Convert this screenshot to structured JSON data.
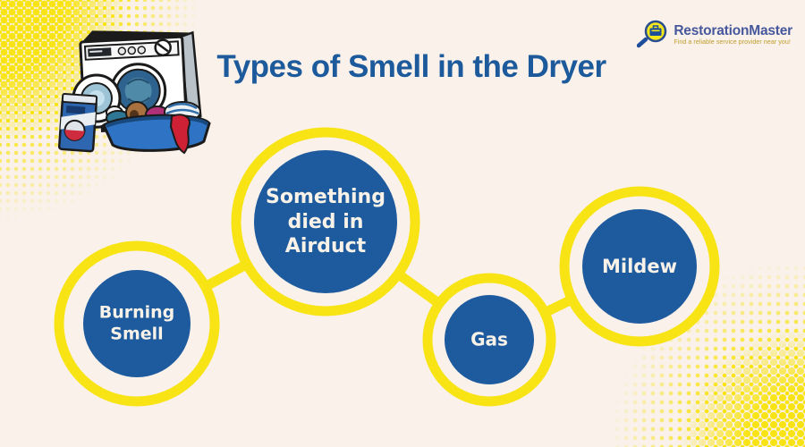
{
  "background": {
    "color": "#f9f1ea",
    "halftone_dot_color": "#f8e414"
  },
  "header": {
    "title": "Types of Smell in the Dryer",
    "title_color": "#1d5a9c"
  },
  "brand": {
    "name": "RestorationMaster",
    "tagline": "Find a reliable service provider near you!",
    "name_color": "#46579b",
    "tagline_color": "#bf9b2a"
  },
  "illustration": {
    "name": "washer-with-laundry-basket-and-detergent"
  },
  "diagram": {
    "node_fill": "#1e5b9e",
    "ring_color": "#f8e414",
    "label_color": "#f8f2e8",
    "nodes": [
      {
        "label": "Burning Smell"
      },
      {
        "label": "Something died in Airduct"
      },
      {
        "label": "Gas"
      },
      {
        "label": "Mildew"
      }
    ]
  }
}
